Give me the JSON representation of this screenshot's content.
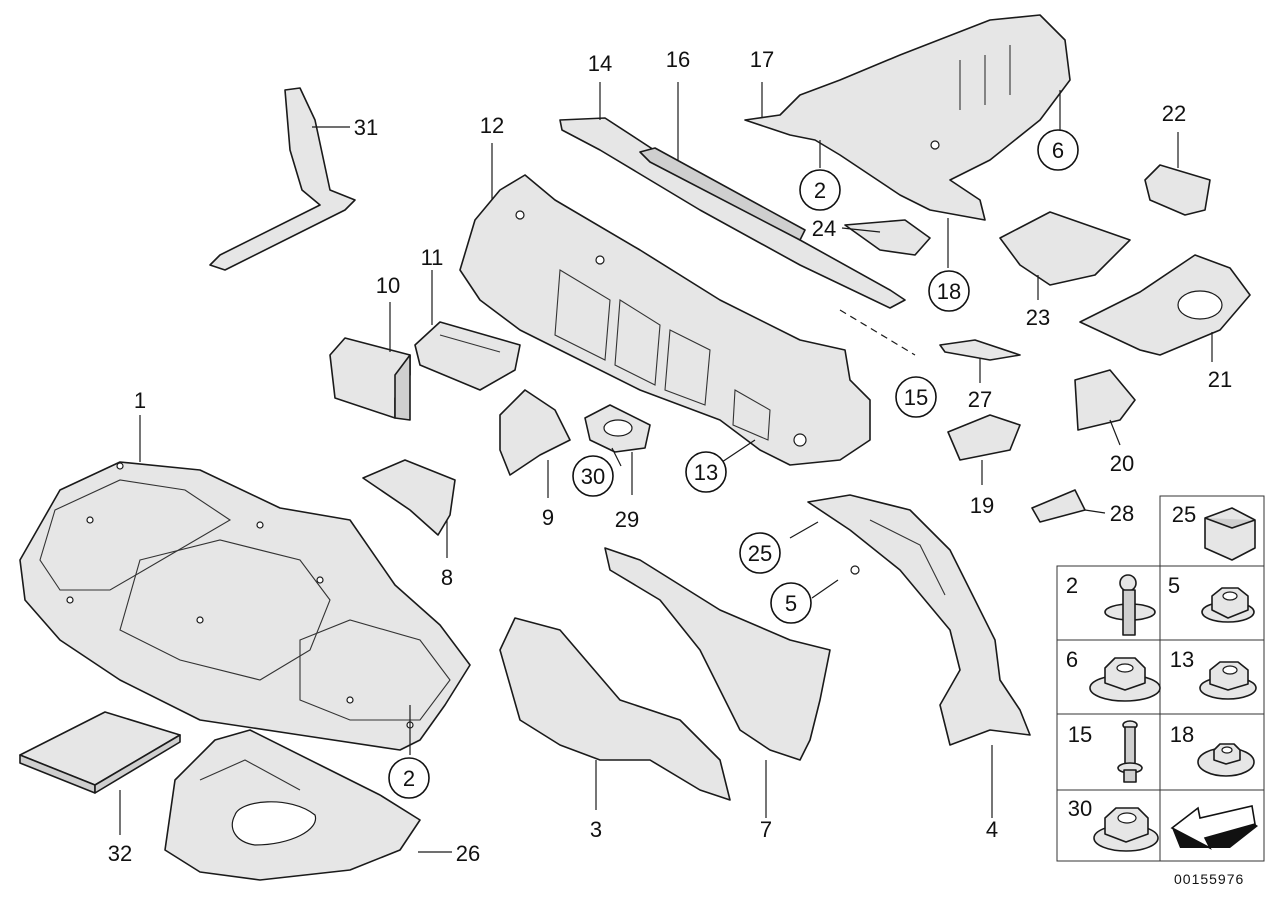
{
  "callouts": {
    "c1": "1",
    "c2a": "2",
    "c2b": "2",
    "c3": "3",
    "c4": "4",
    "c5": "5",
    "c6": "6",
    "c7": "7",
    "c8": "8",
    "c9": "9",
    "c10": "10",
    "c11": "11",
    "c12": "12",
    "c13": "13",
    "c14": "14",
    "c15": "15",
    "c16": "16",
    "c17": "17",
    "c18": "18",
    "c19": "19",
    "c20": "20",
    "c21": "21",
    "c22": "22",
    "c23": "23",
    "c24": "24",
    "c25": "25",
    "c26": "26",
    "c27": "27",
    "c28": "28",
    "c29": "29",
    "c30": "30",
    "c31": "31",
    "c32": "32"
  },
  "fastener_grid": {
    "cells": [
      "25",
      "2",
      "5",
      "6",
      "13",
      "15",
      "18",
      "30"
    ]
  },
  "reference_number": "00155976"
}
